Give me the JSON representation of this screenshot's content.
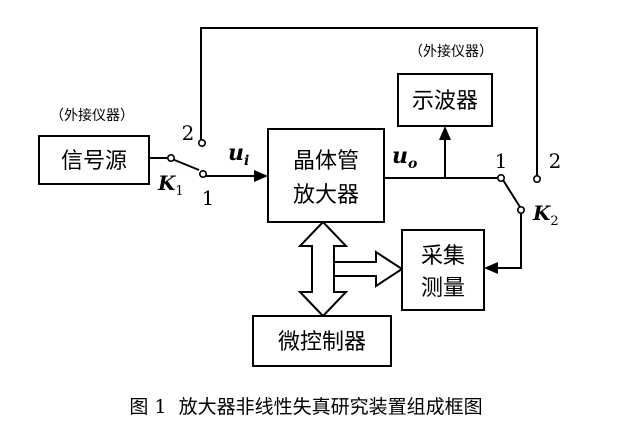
{
  "blocks": {
    "signal_source": {
      "label": "信号源",
      "note": "（外接仪器）"
    },
    "oscilloscope": {
      "label": "示波器",
      "note": "（外接仪器）"
    },
    "amplifier": {
      "line1": "晶体管",
      "line2": "放大器"
    },
    "acquisition": {
      "line1": "采集",
      "line2": "测量"
    },
    "microcontroller": {
      "label": "微控制器"
    }
  },
  "switches": {
    "k1": {
      "name": "K",
      "sub": "1",
      "pos1": "1",
      "pos2": "2"
    },
    "k2": {
      "name": "K",
      "sub": "2",
      "pos1": "1",
      "pos2": "2"
    }
  },
  "signals": {
    "input": {
      "name": "u",
      "sub": "i"
    },
    "output": {
      "name": "u",
      "sub": "o"
    }
  },
  "caption": "图 1  放大器非线性失真研究装置组成框图"
}
